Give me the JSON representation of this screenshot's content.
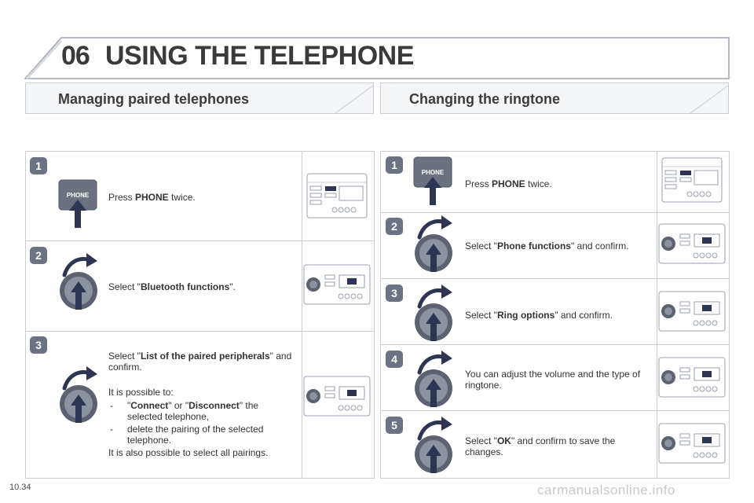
{
  "header": {
    "chapter_number": "06",
    "chapter_title": "USING THE TELEPHONE"
  },
  "left": {
    "title": "Managing paired telephones",
    "steps": [
      {
        "badge": "1",
        "parts": [
          "Press ",
          "PHONE",
          " twice."
        ]
      },
      {
        "badge": "2",
        "parts": [
          "Select \"",
          "Bluetooth functions",
          "\"."
        ]
      },
      {
        "badge": "3",
        "parts": [
          "Select \"",
          "List of the paired peripherals",
          "\" and confirm."
        ],
        "note_intro": "It is possible to:",
        "bullets": [
          {
            "parts": [
              "\"",
              "Connect",
              "\" or \"",
              "Disconnect",
              "\" the selected telephone,"
            ]
          },
          {
            "parts": [
              "delete the pairing of the selected telephone."
            ]
          }
        ],
        "note_outro": "It is also possible to select all pairings."
      }
    ]
  },
  "right": {
    "title": "Changing the ringtone",
    "steps": [
      {
        "badge": "1",
        "parts": [
          "Press ",
          "PHONE",
          " twice."
        ]
      },
      {
        "badge": "2",
        "parts": [
          "Select \"",
          "Phone functions",
          "\" and confirm."
        ]
      },
      {
        "badge": "3",
        "parts": [
          "Select \"",
          "Ring options",
          "\" and confirm."
        ]
      },
      {
        "badge": "4",
        "parts": [
          "You can adjust the volume and the type of ringtone."
        ]
      },
      {
        "badge": "5",
        "parts": [
          "Select \"",
          "OK",
          "\" and confirm to save the changes."
        ]
      }
    ]
  },
  "button_label": "PHONE",
  "page_number": "10.34",
  "watermark": "carmanualsonline.info",
  "colors": {
    "panel_border": "#c9ccd3",
    "badge": "#6b7283",
    "arrow": "#2d3552",
    "knob": "#5d6271"
  },
  "icons": {
    "arrow": "arrow-icon",
    "knob": "rotary-knob-icon",
    "button": "phone-button-icon",
    "radio": "radio-unit-icon"
  }
}
